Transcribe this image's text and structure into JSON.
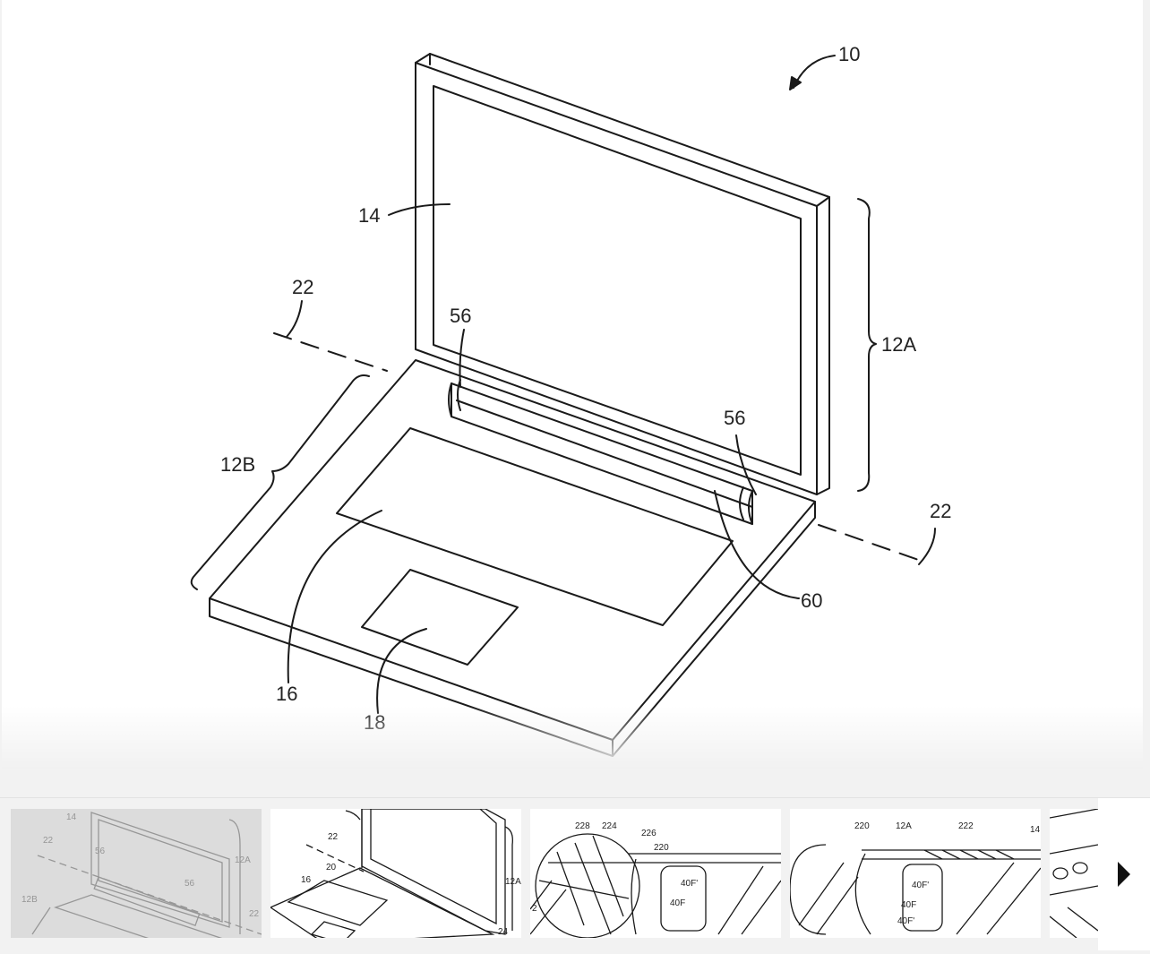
{
  "main_figure": {
    "labels": {
      "ref_10": "10",
      "ref_14": "14",
      "ref_22_top": "22",
      "ref_56_left": "56",
      "ref_12A": "12A",
      "ref_12B": "12B",
      "ref_56_right": "56",
      "ref_22_right": "22",
      "ref_60": "60",
      "ref_16": "16",
      "ref_18": "18"
    }
  },
  "thumbnails": [
    {
      "selected": true,
      "labels": {
        "a": "14",
        "b": "22",
        "c": "56",
        "d": "12A",
        "e": "56",
        "f": "12B",
        "g": "22"
      }
    },
    {
      "selected": false,
      "labels": {
        "a": "22",
        "b": "20",
        "c": "16",
        "d": "12A",
        "e": "24"
      }
    },
    {
      "selected": false,
      "labels": {
        "a": "228",
        "b": "224",
        "c": "226",
        "d": "220",
        "e": "40F'",
        "f": "40F",
        "g": "2"
      }
    },
    {
      "selected": false,
      "labels": {
        "a": "220",
        "b": "12A",
        "c": "222",
        "d": "14",
        "e": "40F'",
        "f": "40F",
        "g": "40F'"
      }
    }
  ],
  "navigation": {
    "next_icon": "chevron-right-icon"
  }
}
